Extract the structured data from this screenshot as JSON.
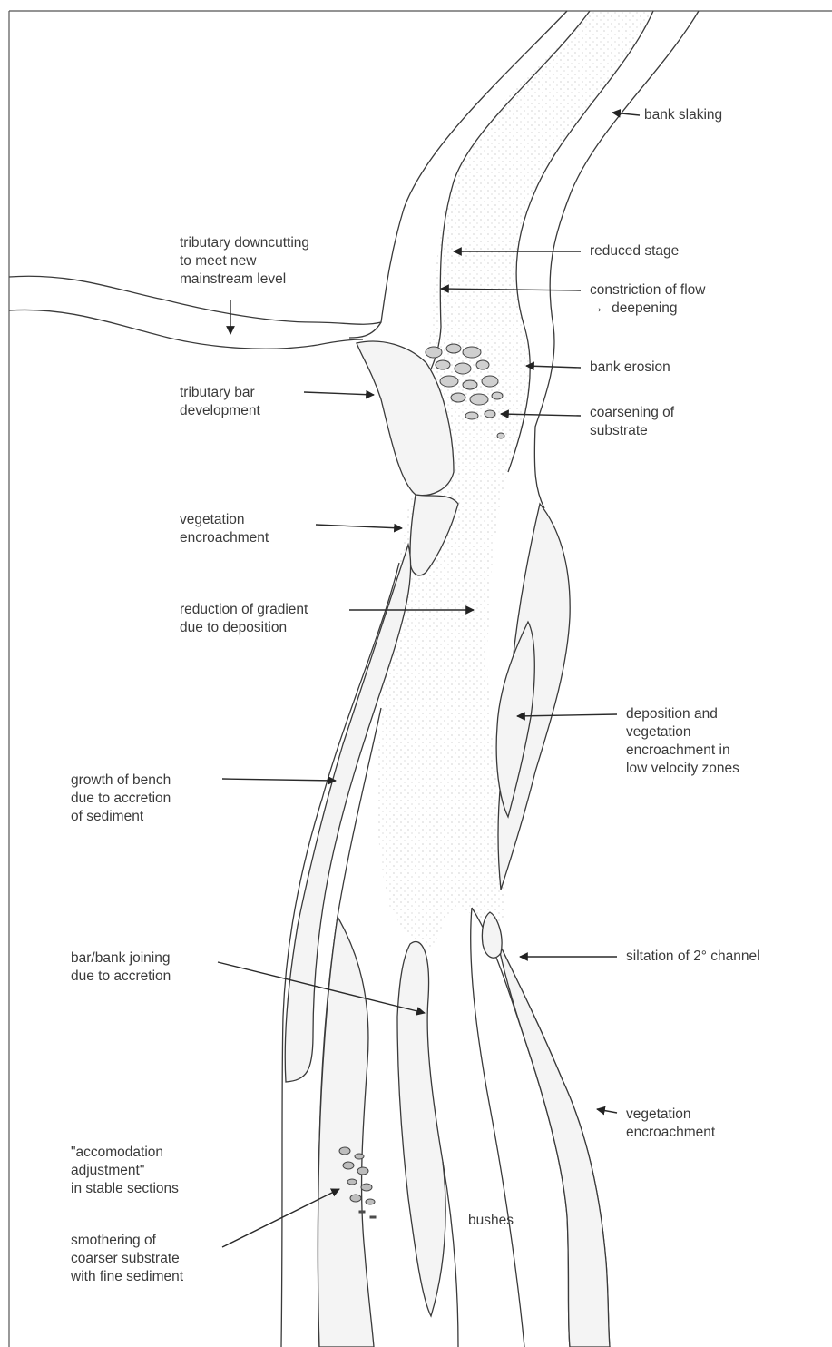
{
  "labels": {
    "bank_slaking": "bank slaking",
    "tributary_downcutting": "tributary downcutting\nto meet new\nmainstream level",
    "reduced_stage": "reduced stage",
    "constriction_of_flow": "constriction of flow\n→  deepening",
    "bank_erosion": "bank erosion",
    "tributary_bar": "tributary bar\ndevelopment",
    "coarsening": "coarsening of\nsubstrate",
    "vegetation_encroachment_upper": "vegetation\nencroachment",
    "reduction_of_gradient": "reduction of gradient\ndue to deposition",
    "deposition_vegetation": "deposition and\nvegetation\nencroachment in\nlow velocity zones",
    "growth_of_bench": "growth of bench\ndue to accretion\nof sediment",
    "bar_bank_joining": "bar/bank joining\ndue to accretion",
    "siltation": "siltation of 2° channel",
    "vegetation_encroachment_lower": "vegetation\nencroachment",
    "accommodation": "\"accomodation\nadjustment\"\nin stable sections",
    "smothering": "smothering of\ncoarser substrate\nwith fine sediment",
    "bushes": "bushes"
  }
}
